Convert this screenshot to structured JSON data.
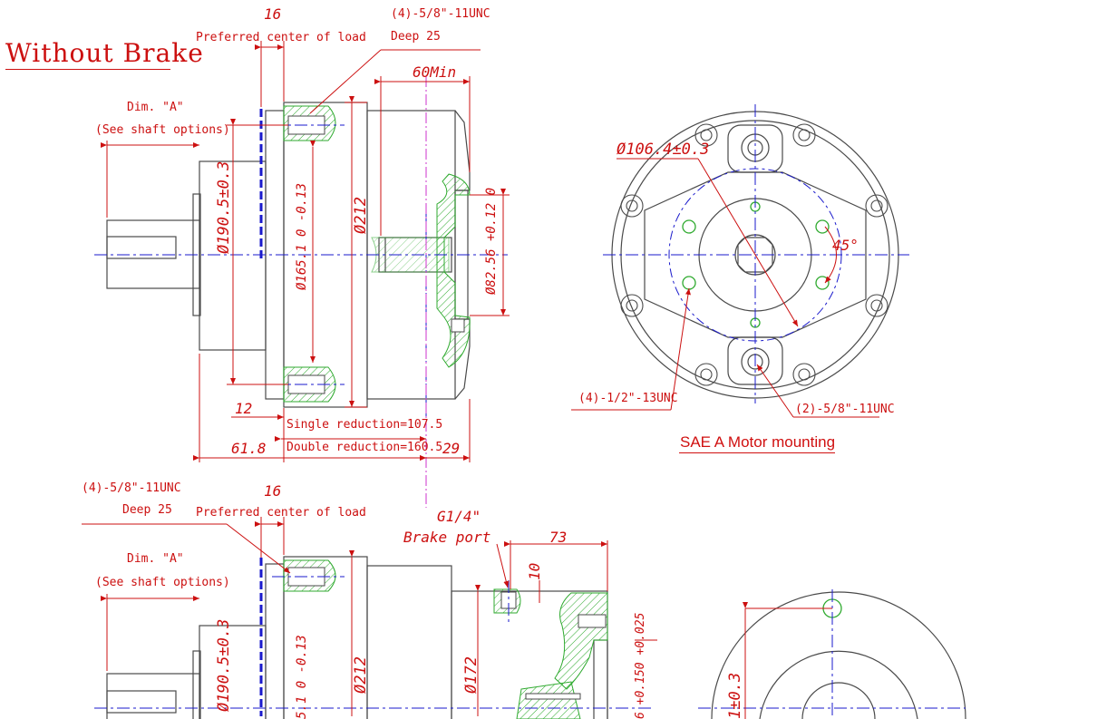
{
  "drawing": {
    "top_view_title": "Without Brake",
    "mount_title": "SAE A Motor mounting",
    "colors": {
      "outline": "#4a4a4a",
      "dimension": "#cc1010",
      "centerline": "#1a1acc",
      "hatch": "#2faa2f",
      "load_line": "#cc33cc"
    },
    "labels": {
      "dim_16_top": "16",
      "preferred_center_top": "Preferred center of load",
      "tap_top_1": "(4)-5/8\"-11UNC",
      "tap_top_2": "Deep 25",
      "dim_60min": "60Min",
      "dim_a_top": "Dim. \"A\"",
      "shaft_opts_top": "(See shaft options)",
      "dia_190_top": "Ø190.5±0.3",
      "dia_165_top": "Ø165.1 0 -0.13",
      "dia_212_top": "Ø212",
      "dia_82": "Ø82.56 +0.12 0",
      "dim_12": "12",
      "dim_618": "61.8",
      "single_red": "Single reduction=107.5",
      "double_red": "Double reduction=160.5",
      "dim_29": "29",
      "dia_1064": "Ø106.4±0.3",
      "angle_45": "45°",
      "tap_half": "(4)-1/2\"-13UNC",
      "tap_58_2": "(2)-5/8\"-11UNC",
      "tap_bot_1": "(4)-5/8\"-11UNC",
      "tap_bot_2": "Deep 25",
      "dim_16_bot": "16",
      "preferred_center_bot": "Preferred center of load",
      "g14": "G1/4\"",
      "brake_port": "Brake port",
      "dim_73": "73",
      "dim_10": "10",
      "dim_a_bot": "Dim. \"A\"",
      "shaft_opts_bot": "(See shaft options)",
      "dia_190_bot": "Ø190.5±0.3",
      "dia_212_bot": "Ø212",
      "dia_172": "Ø172",
      "dia_165_bot": "5.1 0 -0.13",
      "tol_bot": "6 +0.150 +0.025",
      "dia_bot_right": "1±0.3"
    }
  }
}
